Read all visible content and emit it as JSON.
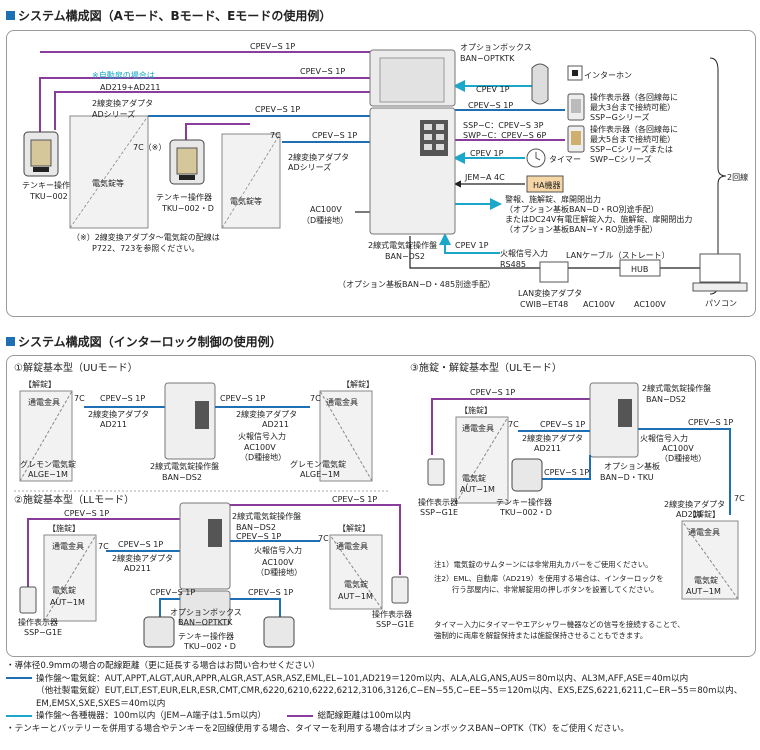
{
  "sec1_title": "システム構成図（Aモード、Bモード、Eモードの使用例）",
  "sec2_title": "システム構成図（インターロック制御の使用例）",
  "colors": {
    "blue": "#1f6fb5",
    "cyan": "#1aa7c9",
    "purple": "#8a3c9c",
    "black": "#222222"
  },
  "top": {
    "cpev_s1": "CPEV−S 1P",
    "option_box": "オプションボックス",
    "option_box_model": "BAN−OPTKTK",
    "interphone": "インターホン",
    "cpev1": "CPEV 1P",
    "sel_1": "操作表示器（各回線毎に",
    "sel_2": "最大3台まで接続可能）",
    "sel_3": "SSP−Gシリーズ",
    "ssp_c": "SSP−C：CPEV−S 3P",
    "swp_c": "SWP−C：CPEV−S 6P",
    "sec_1": "操作表示器（各回線毎に",
    "sec_2": "最大5台まで接続可能）",
    "sec_3": "SSP−Cシリーズまたは",
    "sec_4": "SWP−Cシリーズ",
    "timer": "タイマー",
    "jema": "JEM−A  4C",
    "ha": "HA機器",
    "out_1": "警報、施解錠、扉開閉出力",
    "out_2": "（オプション基板BAN−D・RO別途手配）",
    "out_3": "またはDC24V有電圧解錠入力、施解錠、扉開閉出力",
    "out_4": "（オプション基板BAN−Y・RO別途手配）",
    "two_lines": "2回線",
    "jido_1": "※自動扉の場合は",
    "jido_2": "AD219+AD211",
    "adapter": "2線変換アダプタ",
    "ad_series": "ADシリーズ",
    "c7c": "7C",
    "c7c_note": "7C（※）",
    "tenkey": "テンキー操作器",
    "tenkey_model": "TKU−002・D",
    "lock": "電気錠等",
    "ac100": "AC100V",
    "ground": "（D種接地）",
    "panel": "2線式電気錠操作盤",
    "panel_model": "BAN−DS2",
    "fire": "火報信号入力",
    "rs485": "RS485",
    "lan": "LANケーブル（ストレート）",
    "hub": "HUB",
    "pc": "パソコン",
    "opt485": "（オプション基板BAN−D・485別途手配）",
    "lan_adapter": "LAN変換アダプタ",
    "lan_model": "CWIB−ET48",
    "ac100v": "AC100V",
    "foot_1": "（※）2線変換アダプタ〜電気錠の配線は",
    "foot_2": "P722、723を参照ください。"
  },
  "uu": {
    "title": "①解錠基本型（UUモード）",
    "kaijo": "【解錠】",
    "tsuden": "通電金具",
    "c7": "7C",
    "cpev": "CPEV−S 1P",
    "adapter": "2線変換アダプタ",
    "ad211": "AD211",
    "fire": "火報信号入力",
    "ac": "AC100V",
    "ground": "（D種接地）",
    "panel": "2線式電気錠操作盤",
    "panel_model": "BAN−DS2",
    "gremon": "グレモン電気錠",
    "alge": "ALGE−1M"
  },
  "ll": {
    "title": "②施錠基本型（LLモード）",
    "sejo": "【施錠】",
    "kaijo": "【解錠】",
    "tsuden": "通電金具",
    "c7": "7C",
    "cpev": "CPEV−S 1P",
    "adapter": "2線変換アダプタ",
    "ad211": "AD211",
    "panel": "2線式電気錠操作盤",
    "panel_model": "BAN−DS2",
    "fire": "火報信号入力",
    "ac": "AC100V",
    "ground": "（D種接地）",
    "lock": "電気錠",
    "aut": "AUT−1M",
    "option_box": "オプションボックス",
    "option_model": "BAN−OPTKTK",
    "tenkey": "テンキー操作器",
    "tenkey_model": "TKU−002・D",
    "sel": "操作表示器",
    "sel_model": "SSP−G1E"
  },
  "ul": {
    "title": "③施錠・解錠基本型（ULモード）",
    "sejo": "【施錠】",
    "kaijo": "【解錠】",
    "tsuden": "通電金具",
    "c7": "7C",
    "cpev": "CPEV−S 1P",
    "panel": "2線式電気錠操作盤",
    "panel_model": "BAN−DS2",
    "adapter": "2線変換アダプタ",
    "ad211": "AD211",
    "fire": "火報信号入力",
    "ac": "AC100V",
    "ground": "（D種接地）",
    "opt_board": "オプション基板",
    "opt_model": "BAN−D・TKU",
    "lock": "電気錠",
    "aut": "AUT−1M",
    "sel": "操作表示器",
    "sel_model": "SSP−G1E",
    "tenkey": "テンキー操作器",
    "tenkey_model": "TKU−002・D",
    "note1": "注1）電気錠のサムターンには非常用丸カバーをご使用ください。",
    "note2a": "注2）EML、自動扉（AD219）を使用する場合は、インターロックを",
    "note2b": "行う部屋内に、非常解錠用の押しボタンを設置してください。",
    "note3a": "タイマー入力にタイマーやエアシャワー機器などの信号を接続することで、",
    "note3b": "強制的に両扉を解錠保持または施錠保持させることもできます。"
  },
  "notes": {
    "n0": "・導体径0.9mmの場合の配線距離（更に延長する場合はお問い合わせください）",
    "n1": "操作盤〜電気錠：AUT,APPT,ALGT,AUR,APPR,ALGR,AST,ASR,ASZ,EML,EL−101,AD219＝120m以内、ALA,ALG,ANS,AUS＝80m以内、AL3M,AFF,ASE＝40m以内",
    "n2": "（他社製電気錠）EUT,ELT,EST,EUR,ELR,ESR,CMT,CMR,6220,6210,6222,6212,3106,3126,C−EN−55,C−EE−55＝120m以内、EXS,EZS,6221,6211,C−ER−55＝80m以内、",
    "n3": "EM,EMSX,SXE,SXES＝40m以内",
    "n4": "操作盤〜各種機器：100m以内（JEM−A端子は1.5m以内）",
    "n5": "総配線距離は100m以内",
    "n6": "・テンキーとバッテリーを併用する場合やテンキーを2回線使用する場合、タイマーを利用する場合はオプションボックスBAN−OPTK（TK）をご使用ください。"
  }
}
